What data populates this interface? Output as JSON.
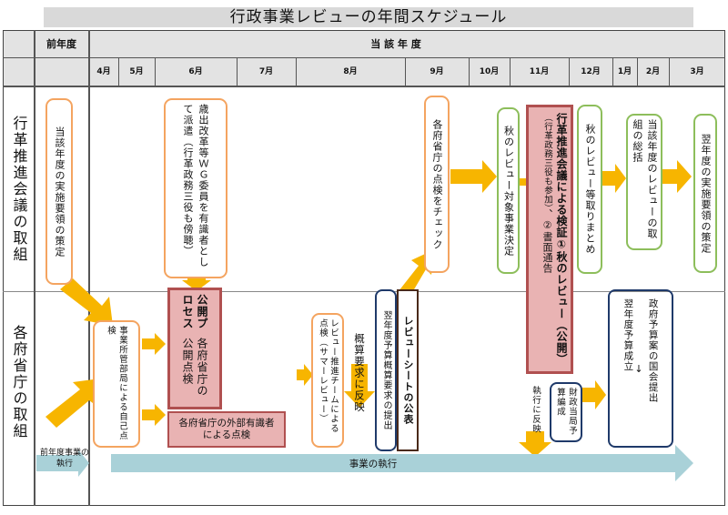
{
  "title": "行政事業レビューの年間スケジュール",
  "header": {
    "prev_year": "前年度",
    "current_year": "当 該 年 度",
    "months": [
      "4月",
      "5月",
      "6月",
      "7月",
      "8月",
      "9月",
      "10月",
      "11月",
      "12月",
      "1月",
      "2月",
      "3月"
    ]
  },
  "rows": {
    "council": "行革推進会議の取組",
    "ministries": "各府省庁の取組"
  },
  "council_boxes": {
    "policy": "当該年度の実施要領の策定",
    "wg": "歳出改革等ＷＧ委員を有識者として派遣（行革政務三役も傍聴）",
    "check": "各府省庁の点検をチェック",
    "autumn_target": "秋のレビュー対象事業決定",
    "verify_main": "行革推進会議による検証",
    "verify_1": "①秋のレビュー（公開）",
    "verify_sub": "（行革政務三役も参加）",
    "verify_2": "、②書面通告",
    "autumn_summary": "秋のレビュー等取りまとめ",
    "year_summary": "当該年度のレビューの取組の総括",
    "next_policy": "翌年度の実施要領の策定"
  },
  "ministry_boxes": {
    "self_check": "事業所管部局による自己点検",
    "public_process_title": "公開プロセス",
    "public_process_body": "各府省庁の公開点検",
    "external_check": "各府省庁の外部有識者による点検",
    "summer_review": "レビュー推進チームによる点検（サマーレビュー）",
    "budget_reflect": "概算要求に反映",
    "budget_request": "翌年度予算概算要求の提出",
    "sheet_publish": "レビューシートの公表",
    "exec_reflect": "執行に反映",
    "finance": "財政当局予算編成",
    "diet": "政府予算案の国会提出",
    "arrow_mark": "↓",
    "next_budget": "翌年度予算成立"
  },
  "execution": {
    "prev": "前年度事業の執行",
    "current": "事業の執行"
  },
  "colors": {
    "orange_border": "#f4a460",
    "green_border": "#8dbe5b",
    "arrow": "#f7b500",
    "pink_fill": "#e9b3b3",
    "pink_border": "#b05050",
    "navy_border": "#1f3a6a",
    "execution_arrow": "#a9d1d8"
  }
}
